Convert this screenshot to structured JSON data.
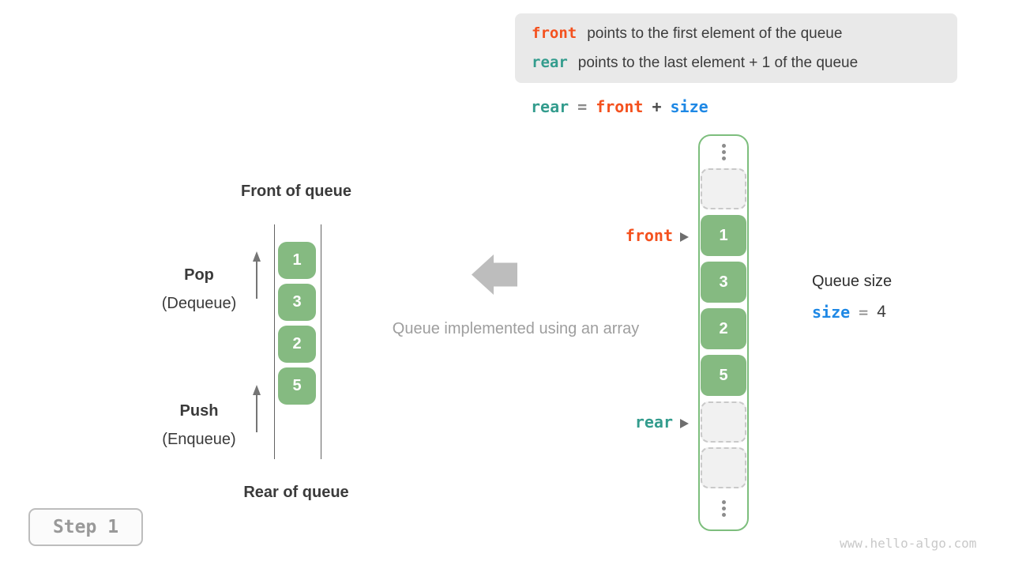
{
  "info_box": {
    "lines": [
      {
        "keyword": "front",
        "text": "points to the first element of the queue"
      },
      {
        "keyword": "rear",
        "text": "points to the last element + 1 of the queue"
      }
    ]
  },
  "formula": {
    "lhs": "rear",
    "eq": "=",
    "rhs1": "front",
    "op": "+",
    "rhs2": "size"
  },
  "left_queue": {
    "front_label": "Front of queue",
    "rear_label": "Rear of queue",
    "pop_title": "Pop",
    "pop_subtitle": "(Dequeue)",
    "push_title": "Push",
    "push_subtitle": "(Enqueue)",
    "values": [
      "1",
      "3",
      "2",
      "5"
    ]
  },
  "center_caption": "Queue implemented using an array",
  "right_array": {
    "front_pointer": "front",
    "rear_pointer": "rear",
    "cells": [
      {
        "type": "ellipsis"
      },
      {
        "type": "empty"
      },
      {
        "type": "value",
        "value": "1"
      },
      {
        "type": "value",
        "value": "3"
      },
      {
        "type": "value",
        "value": "2"
      },
      {
        "type": "value",
        "value": "5"
      },
      {
        "type": "empty"
      },
      {
        "type": "empty"
      },
      {
        "type": "ellipsis"
      }
    ]
  },
  "queue_size": {
    "label": "Queue size",
    "var": "size",
    "eq": "=",
    "value": "4"
  },
  "step_badge": "Step 1",
  "watermark": "www.hello-algo.com",
  "colors": {
    "orange": "#f4511e",
    "teal": "#339c8d",
    "blue": "#1e88e5",
    "green_fill": "#85ba81",
    "green_border": "#7dbe7d",
    "gray_caption": "#9e9e9e",
    "dark_text": "#3a3a3a",
    "info_box_bg": "#e9e9e9"
  }
}
